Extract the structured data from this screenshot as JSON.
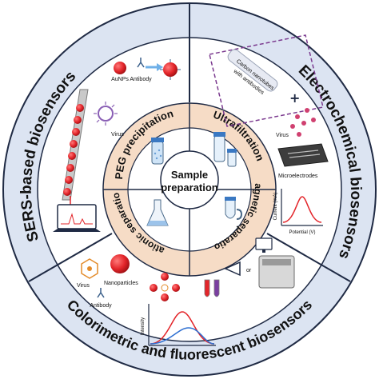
{
  "center": {
    "line1": "Sample",
    "line2": "preparation"
  },
  "methods": {
    "peg": "PEG precipitation",
    "ultra": "Ultrafiltration",
    "magnetic": "Magnetic separation",
    "cationic": "Cationic separation"
  },
  "outer": {
    "sers": "SERS-based biosensors",
    "electro": "Electrochemical biosensors",
    "colori": "Colorimetric and fluorescent biosensors"
  },
  "labels": {
    "aunps": "AuNPs",
    "antibody_top": "Antibody",
    "virus_sers": "Virus",
    "cnt_line1": "Carbon nanotubes",
    "cnt_line2": "with antibodies",
    "virus_electro": "Virus",
    "microelectrodes": "Microelectrodes",
    "current": "Current (mA)",
    "potential": "Potential (V)",
    "virus_bottom": "Virus",
    "nanoparticles": "Nanoparticles",
    "antibody_bottom": "Antibody",
    "intensity": "Intensity",
    "or": "or"
  },
  "colors": {
    "outer_ring": "#dce4f2",
    "inner_ring": "#f6dcc6",
    "nanoparticle": "#e3252a",
    "divider": "#1f2a44",
    "dashed_box": "#7b3a8f",
    "peak": "#e3252a",
    "curve_blue": "#2e6fd1"
  }
}
